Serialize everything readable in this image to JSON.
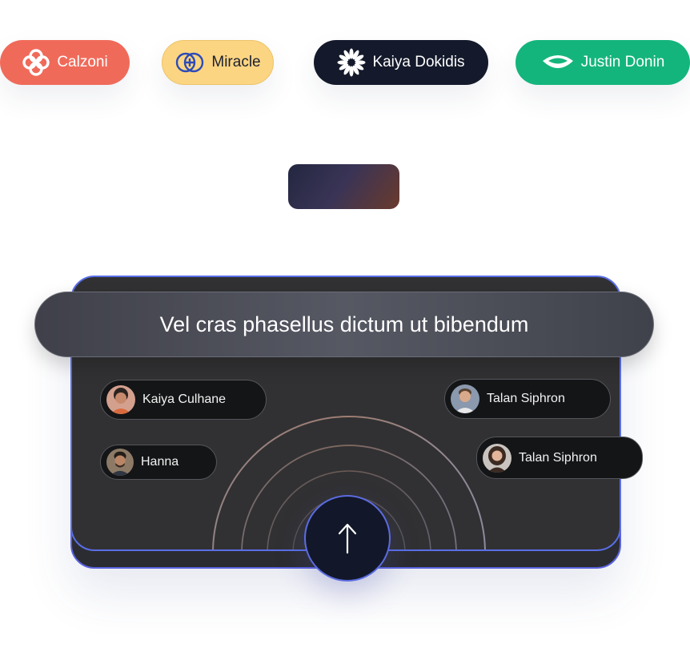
{
  "brands": [
    {
      "label": "Calzoni",
      "icon": "calzoni-logo-icon",
      "background": "#f06a5a"
    },
    {
      "label": "Miracle",
      "icon": "miracle-logo-icon",
      "background": "#fcd582"
    },
    {
      "label": "Kaiya Dokidis",
      "icon": "kaiya-dokidis-logo-icon",
      "background": "#141a2b"
    },
    {
      "label": "Justin Donin",
      "icon": "justin-donin-logo-icon",
      "background": "#14b57c"
    }
  ],
  "card": {
    "headline": "Vel cras phasellus dictum ut bibendum",
    "accent": "#5a6ee8",
    "users": [
      {
        "name": "Kaiya Culhane",
        "icon": "avatar"
      },
      {
        "name": "Hanna",
        "icon": "avatar"
      },
      {
        "name": "Talan Siphron",
        "icon": "avatar"
      },
      {
        "name": "Talan Siphron",
        "icon": "avatar"
      }
    ],
    "action_icon": "arrow-up-icon"
  }
}
